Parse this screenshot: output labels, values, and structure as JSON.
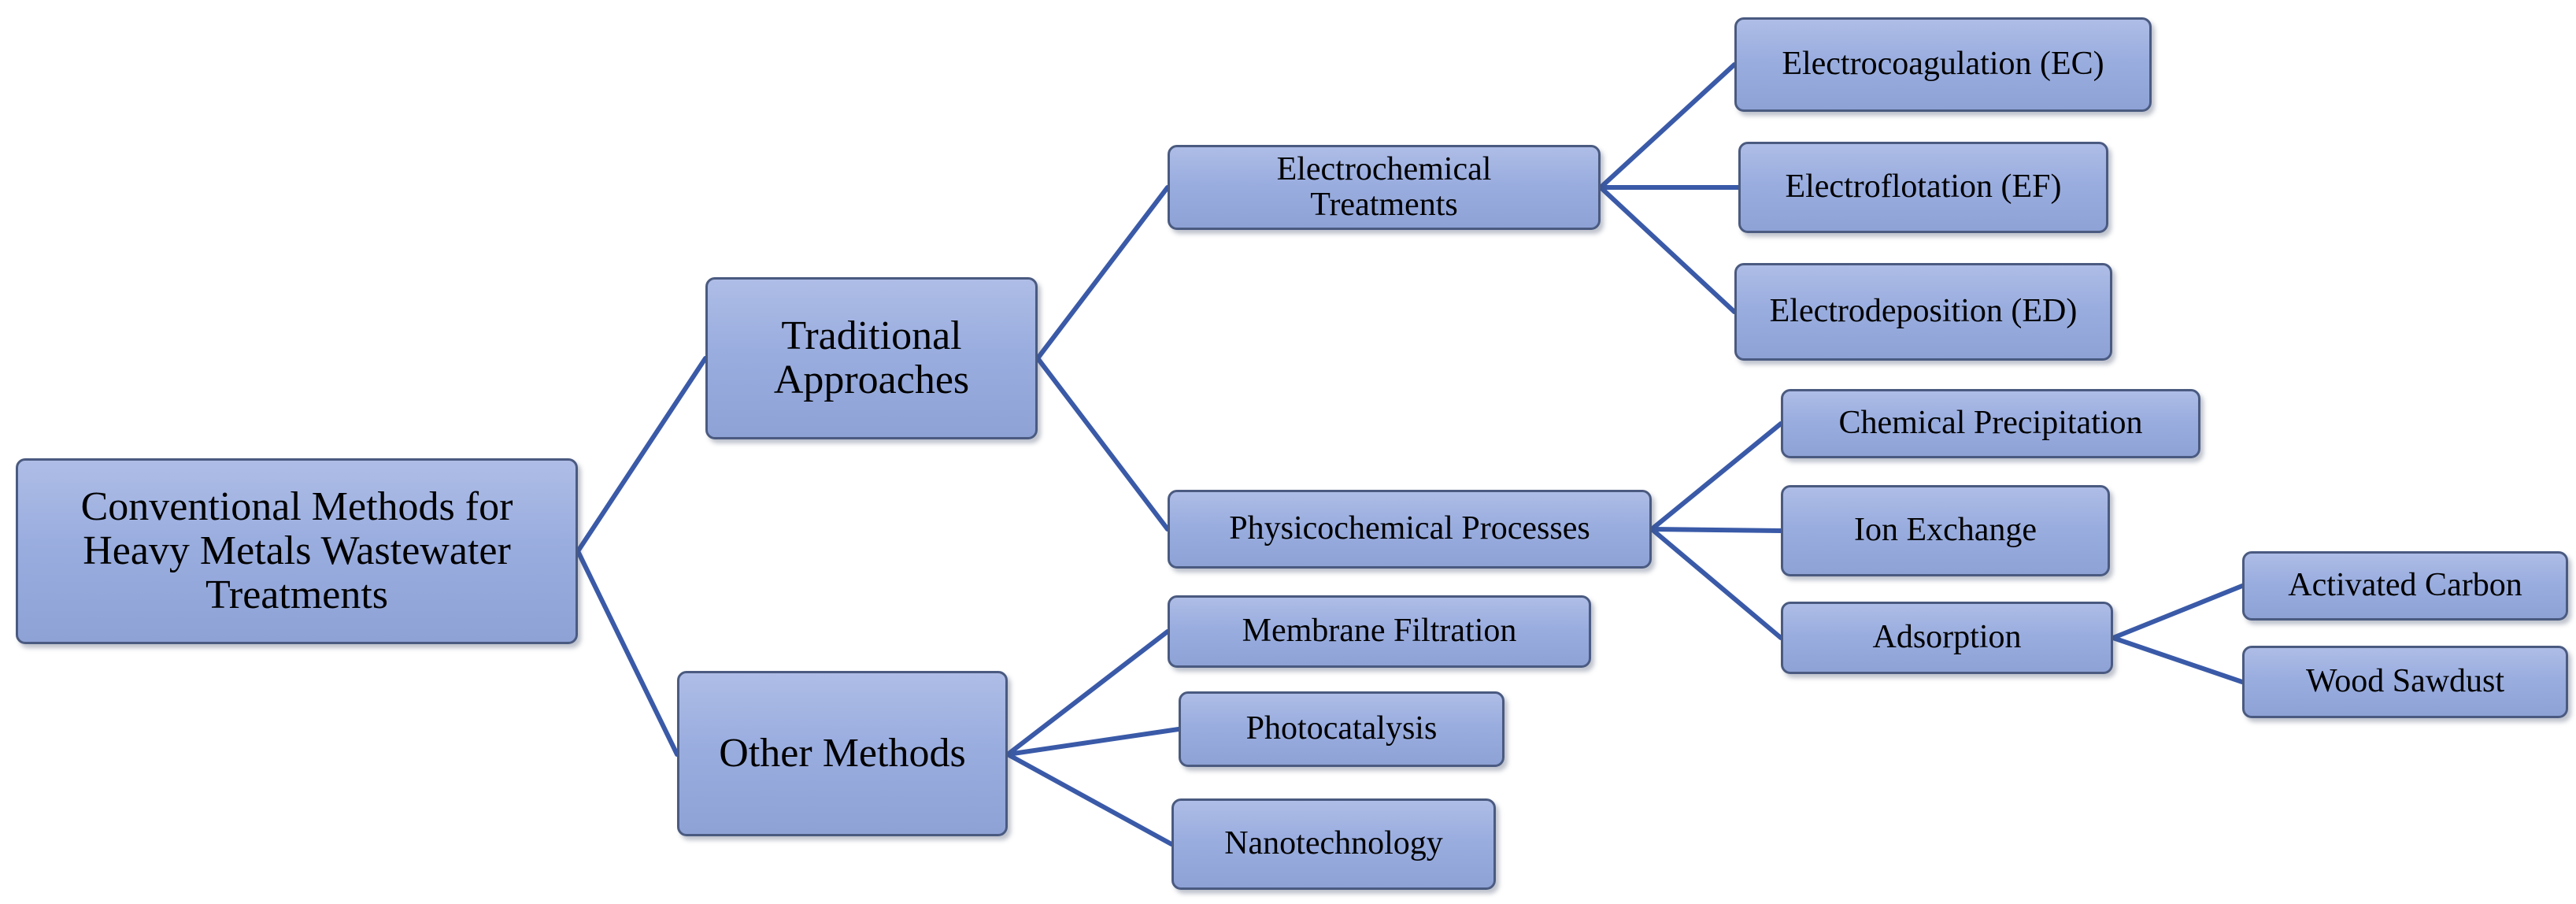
{
  "diagram": {
    "root": {
      "label_line1": "Conventional Methods for",
      "label_line2": "Heavy Metals Wastewater",
      "label_line3": "Treatments"
    },
    "traditional": {
      "label_line1": "Traditional",
      "label_line2": "Approaches"
    },
    "other": {
      "label": "Other Methods"
    },
    "electrochemical": {
      "label_line1": "Electrochemical",
      "label_line2": "Treatments"
    },
    "physicochemical": {
      "label": "Physicochemical Processes"
    },
    "electrocoagulation": {
      "label": "Electrocoagulation (EC)"
    },
    "electroflotation": {
      "label": "Electroflotation (EF)"
    },
    "electrodeposition": {
      "label": "Electrodeposition (ED)"
    },
    "chemical_precipitation": {
      "label": "Chemical Precipitation"
    },
    "ion_exchange": {
      "label": "Ion Exchange"
    },
    "adsorption": {
      "label": "Adsorption"
    },
    "activated_carbon": {
      "label": "Activated Carbon"
    },
    "wood_sawdust": {
      "label": "Wood Sawdust"
    },
    "membrane_filtration": {
      "label": "Membrane Filtration"
    },
    "photocatalysis": {
      "label": "Photocatalysis"
    },
    "nanotechnology": {
      "label": "Nanotechnology"
    },
    "colors": {
      "node_fill": "#9aaddf",
      "node_border": "#4a5a80",
      "connector": "#3a5aa8",
      "text": "#000000"
    }
  }
}
